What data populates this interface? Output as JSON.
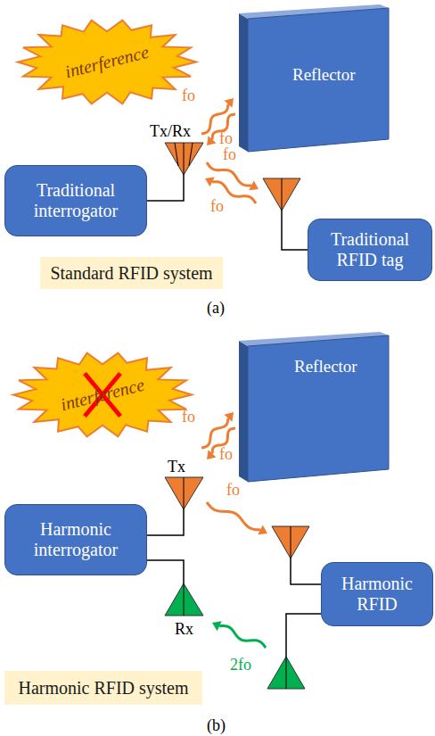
{
  "diagram": {
    "nodes": [
      {
        "text": [
          "interference"
        ]
      },
      {
        "text": [
          "Reflector"
        ]
      },
      {
        "text": [
          "Traditional interrogator"
        ]
      },
      {
        "text": [
          "Traditional RFID tag"
        ]
      },
      {
        "text": [
          "Standard RFID system"
        ]
      },
      {
        "text": [
          "interference"
        ]
      },
      {
        "text": [
          "Reflector"
        ]
      },
      {
        "text": [
          "Harmonic interrogator"
        ]
      },
      {
        "text": [
          "Harmonic RFID"
        ]
      },
      {
        "text": [
          "Harmonic RFID system"
        ]
      }
    ],
    "labels": [
      "fo",
      "fo",
      "Tx/Rx",
      "fo",
      "fo",
      "(a)",
      "fo",
      "fo",
      "Tx",
      "fo",
      "Rx",
      "2fo",
      "(b)"
    ]
  }
}
